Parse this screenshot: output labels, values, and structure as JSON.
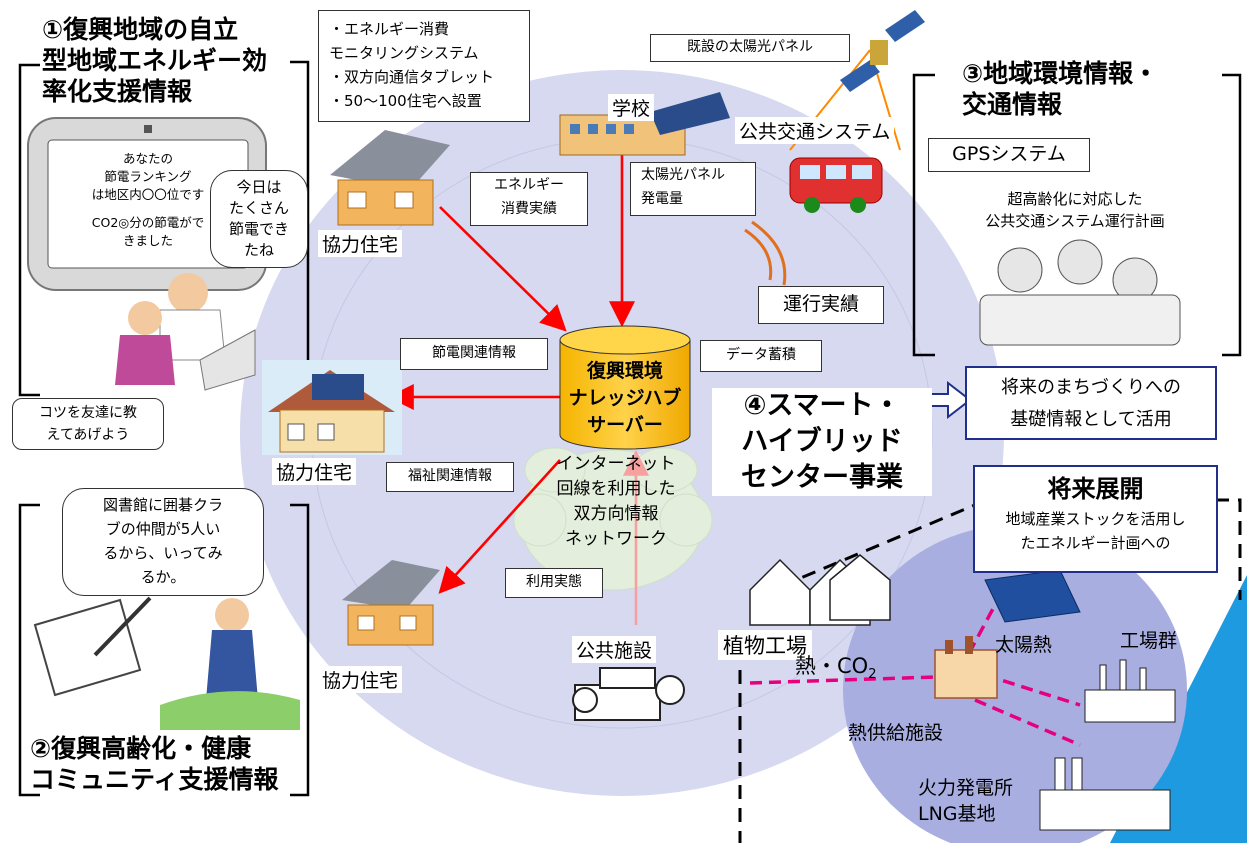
{
  "sections": {
    "s1_title": [
      "①復興地域の自立",
      "型地域エネルギー効",
      "率化支援情報"
    ],
    "s2_title": [
      "②復興高齢化・健康",
      "コミュニティ支援情報"
    ],
    "s3_title": [
      "③地域環境情報・",
      "交通情報"
    ],
    "s4_title": [
      "④スマート・",
      "ハイブリッド",
      "センター事業"
    ]
  },
  "system_box": [
    "・エネルギー消費",
    "モニタリングシステム",
    "・双方向通信タブレット",
    "・50～100住宅へ設置"
  ],
  "tablet_text": [
    "あなたの",
    "節電ランキング",
    "は地区内〇〇位です",
    "",
    "CO2◎分の節電がで",
    "きました"
  ],
  "bubbles": {
    "today": [
      "今日は",
      "たくさん",
      "節電でき",
      "たね"
    ],
    "friend": [
      "コツを友達に教",
      "えてあげよう"
    ],
    "library": [
      "図書館に囲碁クラ",
      "ブの仲間が5人い",
      "るから、いってみ",
      "るか。"
    ]
  },
  "labels": {
    "existing_solar": "既設の太陽光パネル",
    "school": "学校",
    "public_transport": "公共交通システム",
    "gps": "GPSシステム",
    "transport_plan": [
      "超高齢化に対応した",
      "公共交通システム運行計画"
    ],
    "energy_consumption": [
      "エネルギー",
      "消費実績"
    ],
    "solar_output": [
      "太陽光パネル",
      "発電量"
    ],
    "coop_house_1": "協力住宅",
    "coop_house_2": "協力住宅",
    "coop_house_3": "協力住宅",
    "operation_record": "運行実績",
    "power_saving_info": "節電関連情報",
    "data_storage": "データ蓄積",
    "welfare_info": "福祉関連情報",
    "usage_status": "利用実態",
    "public_facility": "公共施設",
    "network": [
      "インターネット",
      "回線を利用した",
      "双方向情報",
      "ネットワーク"
    ],
    "future_info": [
      "将来のまちづくりへの",
      "基礎情報として活用"
    ],
    "future_title": "将来展開",
    "future_desc": [
      "地域産業ストックを活用し",
      "たエネルギー計画への"
    ],
    "plant_factory": "植物工場",
    "heat": "熱・CO",
    "heat_sub": "2",
    "solar_heat": "太陽熱",
    "factories": "工場群",
    "heat_supply": "熱供給施設",
    "thermal_plant": [
      "火力発電所",
      "LNG基地"
    ]
  },
  "server": [
    "復興環境",
    "ナレッジハブ",
    "サーバー"
  ],
  "colors": {
    "big_circle": "#d6d9ef",
    "server": "#ffc000",
    "arrow": "#ff0000",
    "dash": "#e6007e",
    "sea": "#1e9be0",
    "accent_border": "#1f2f8a"
  }
}
